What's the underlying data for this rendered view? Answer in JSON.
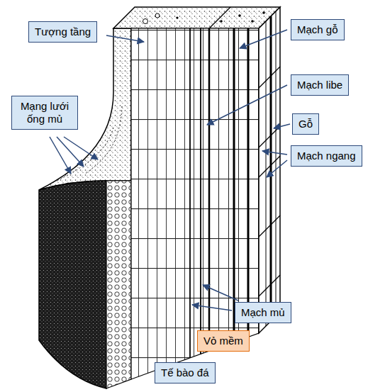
{
  "diagram": {
    "nodes": [
      {
        "text": [
          "Tượng tầng"
        ]
      },
      {
        "text": [
          "Mạch gỗ"
        ]
      },
      {
        "text": [
          "Mạng lưới ống mủ"
        ]
      },
      {
        "text": [
          "Mạch libe"
        ]
      },
      {
        "text": [
          "Gỗ"
        ]
      },
      {
        "text": [
          "Mạch ngang"
        ]
      },
      {
        "text": [
          "Mạch mủ"
        ]
      },
      {
        "text": [
          "Vỏ mềm"
        ]
      },
      {
        "text": [
          "Tế bào đá"
        ]
      }
    ]
  }
}
